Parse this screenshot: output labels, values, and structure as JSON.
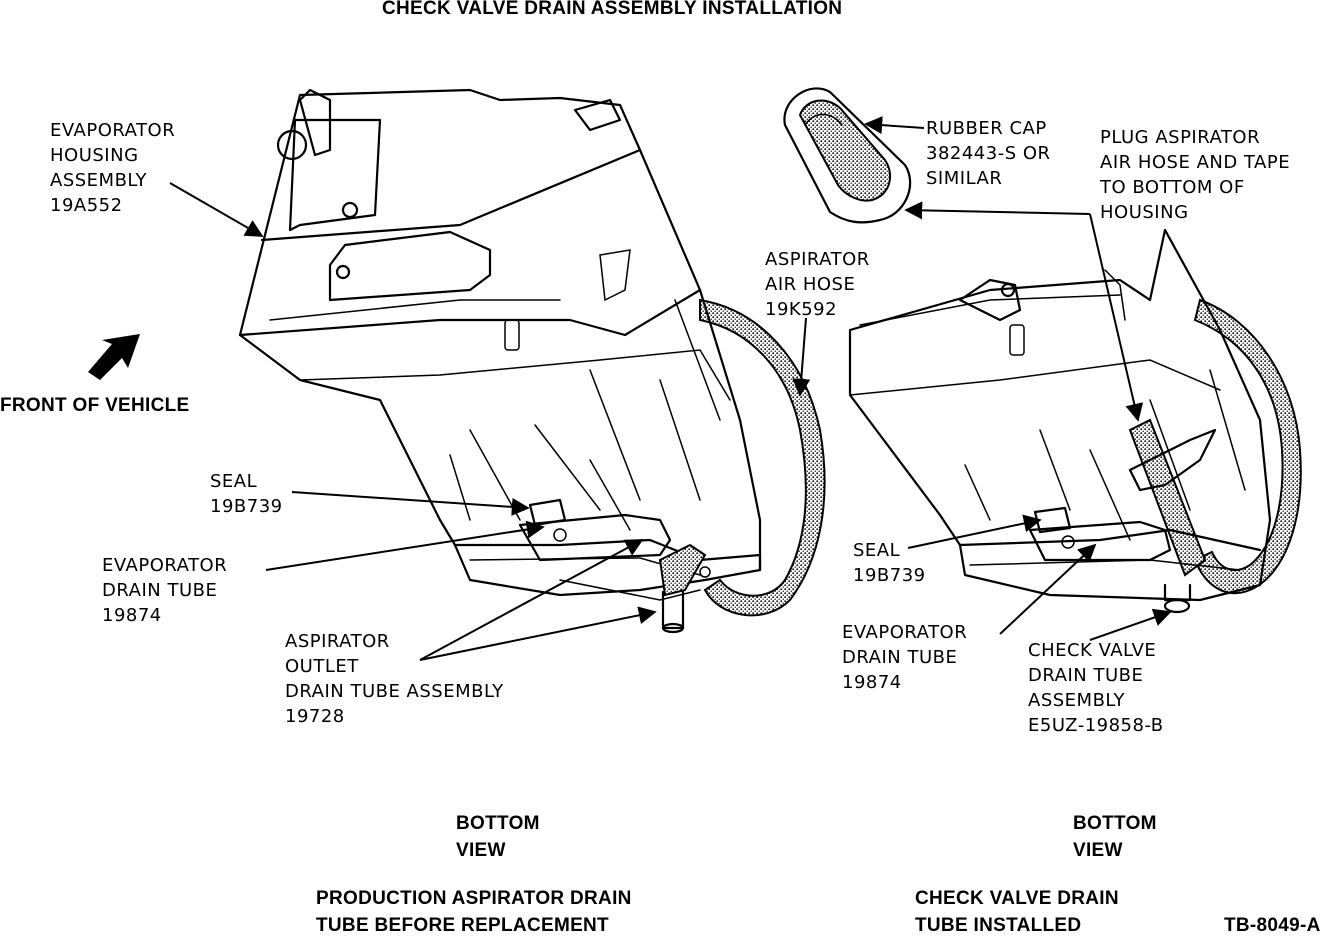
{
  "title": "CHECK VALVE DRAIN ASSEMBLY INSTALLATION",
  "direction_label": "FRONT OF VEHICLE",
  "left_view": {
    "labels": {
      "evap_housing": [
        "EVAPORATOR",
        "HOUSING",
        "ASSEMBLY",
        "19A552"
      ],
      "aspirator_hose": [
        "ASPIRATOR",
        "AIR HOSE",
        "19K592"
      ],
      "seal": [
        "SEAL",
        "19B739"
      ],
      "evap_drain": [
        "EVAPORATOR",
        "DRAIN TUBE",
        "19874"
      ],
      "aspirator_outlet": [
        "ASPIRATOR",
        "OUTLET",
        "DRAIN TUBE ASSEMBLY",
        "19728"
      ]
    },
    "view_label": [
      "BOTTOM",
      "VIEW"
    ],
    "caption": [
      "PRODUCTION ASPIRATOR DRAIN",
      "TUBE BEFORE REPLACEMENT"
    ]
  },
  "right_view": {
    "labels": {
      "rubber_cap": [
        "RUBBER CAP",
        "382443-S OR",
        "SIMILAR"
      ],
      "plug_aspirator": [
        "PLUG ASPIRATOR",
        "AIR HOSE AND TAPE",
        "TO BOTTOM OF",
        "HOUSING"
      ],
      "seal": [
        "SEAL",
        "19B739"
      ],
      "evap_drain": [
        "EVAPORATOR",
        "DRAIN TUBE",
        "19874"
      ],
      "check_valve": [
        "CHECK VALVE",
        "DRAIN TUBE",
        "ASSEMBLY",
        "E5UZ-19858-B"
      ]
    },
    "view_label": [
      "BOTTOM",
      "VIEW"
    ],
    "caption": [
      "CHECK VALVE DRAIN",
      "TUBE INSTALLED"
    ]
  },
  "figure_id": "TB-8049-A"
}
